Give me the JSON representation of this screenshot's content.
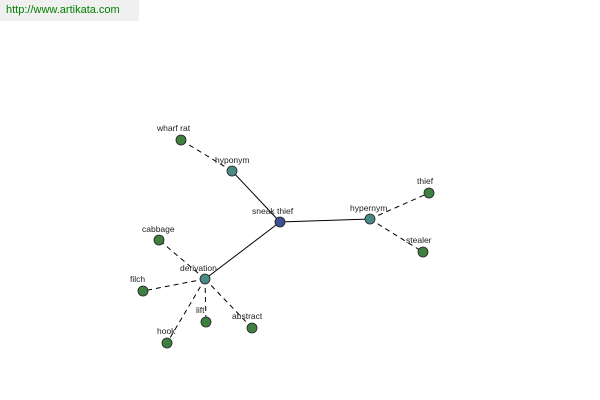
{
  "banner": {
    "url_text": "http://www.artikata.com",
    "color": "#008000"
  },
  "colors": {
    "center_node": "#3f4f8f",
    "relation_node": "#4a8a86",
    "word_node": "#3f7f3f",
    "edge": "#000000"
  },
  "graph": {
    "center": {
      "label": "sneak thief"
    },
    "relations": [
      {
        "key": "hyponym",
        "label": "hyponym",
        "words": [
          "wharf rat"
        ]
      },
      {
        "key": "hypernym",
        "label": "hypernym",
        "words": [
          "thief",
          "stealer"
        ]
      },
      {
        "key": "derivation",
        "label": "derivation",
        "words": [
          "cabbage",
          "filch",
          "hook",
          "lift",
          "abstract"
        ]
      }
    ]
  }
}
